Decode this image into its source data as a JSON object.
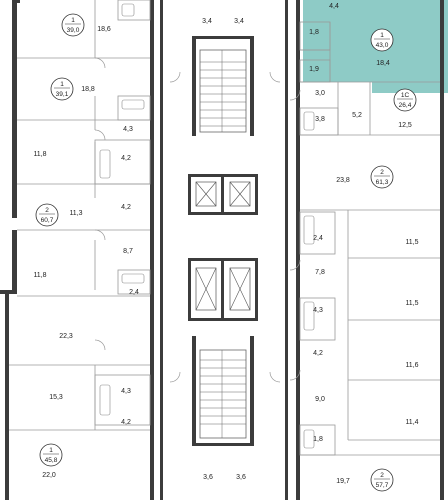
{
  "colors": {
    "wall": "#3c3c3c",
    "highlight": "#8ecbc6",
    "background": "#ffffff"
  },
  "apartments": [
    {
      "rooms": "1",
      "area": "39,0"
    },
    {
      "rooms": "1",
      "area": "39,1"
    },
    {
      "rooms": "2",
      "area": "60,7"
    },
    {
      "rooms": "1",
      "area": "45,8"
    },
    {
      "rooms": "1",
      "area": "43,0"
    },
    {
      "rooms": "1С",
      "area": "26,4"
    },
    {
      "rooms": "2",
      "area": "61,3"
    },
    {
      "rooms": "2",
      "area": "57,7"
    }
  ],
  "rooms": {
    "l_186": "18,6",
    "l_188": "18,8",
    "l_43a": "4,3",
    "l_118a": "11,8",
    "l_42a": "4,2",
    "l_42b": "4,2",
    "l_113": "11,3",
    "l_87": "8,7",
    "l_118b": "11,8",
    "l_24": "2,4",
    "l_223": "22,3",
    "l_153": "15,3",
    "l_43b": "4,3",
    "l_42c": "4,2",
    "l_220": "22,0",
    "c_34a": "3,4",
    "c_34b": "3,4",
    "c_36a": "3,6",
    "c_36b": "3,6",
    "r_44": "4,4",
    "r_18a": "1,8",
    "r_184": "18,4",
    "r_19": "1,9",
    "r_30": "3,0",
    "r_38": "3,8",
    "r_52": "5,2",
    "r_125": "12,5",
    "r_238": "23,8",
    "r_24": "2,4",
    "r_115a": "11,5",
    "r_78": "7,8",
    "r_115b": "11,5",
    "r_43": "4,3",
    "r_42": "4,2",
    "r_116": "11,6",
    "r_90": "9,0",
    "r_114": "11,4",
    "r_18b": "1,8",
    "r_197": "19,7"
  }
}
